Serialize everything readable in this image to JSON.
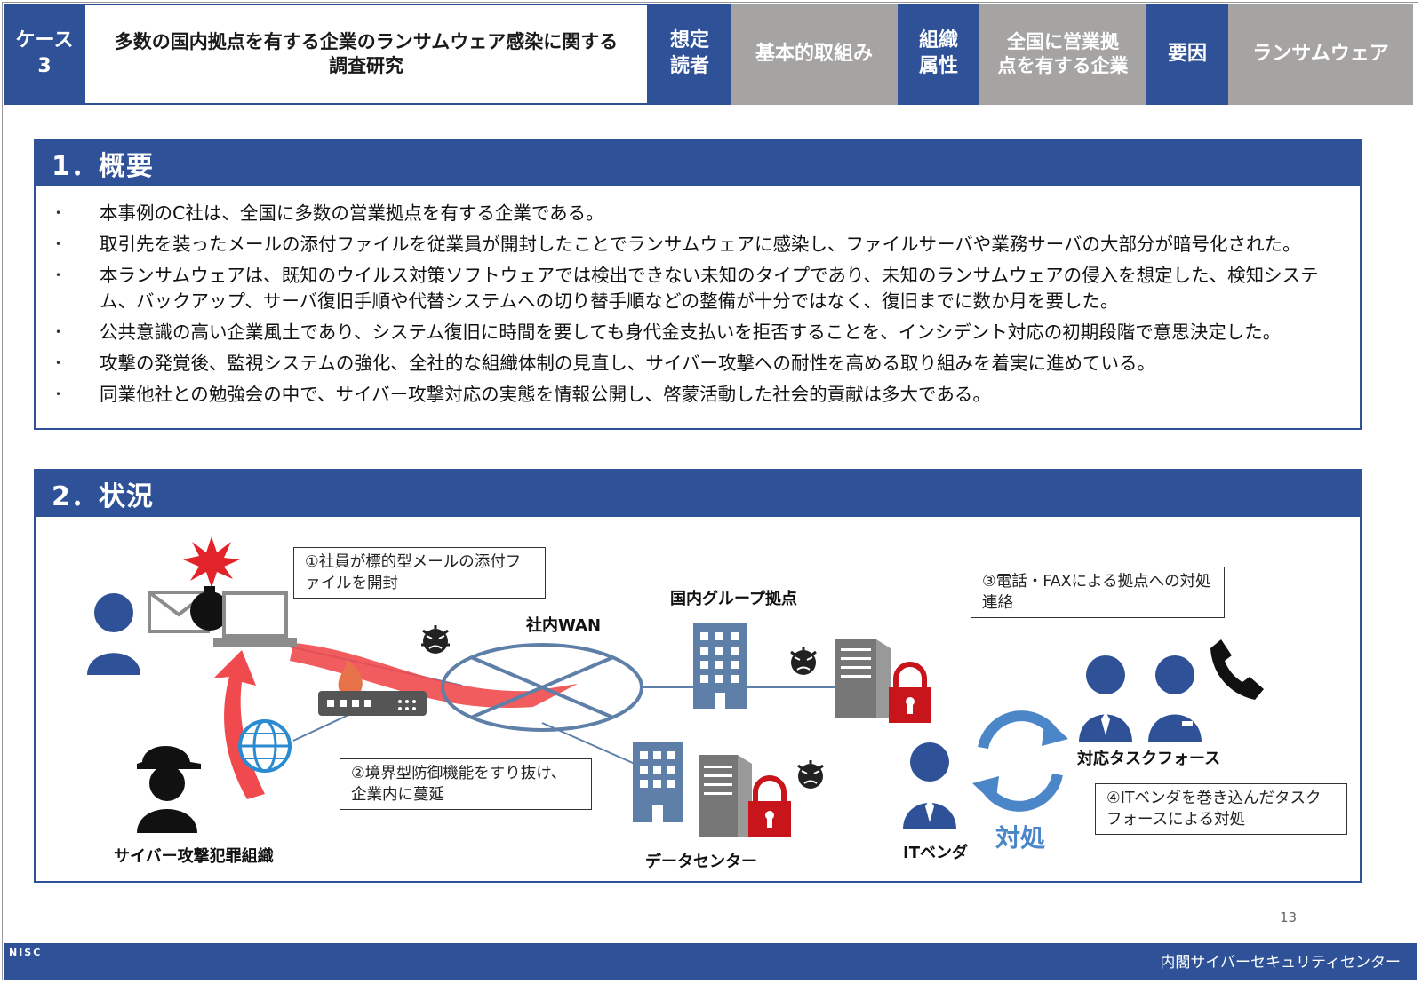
{
  "header": {
    "case_label": "ケース\n3",
    "title": "多数の国内拠点を有する企業のランサムウェア感染に関する\n調査研究",
    "tags": [
      {
        "label": "想定\n読者",
        "value": "基本的取組み"
      },
      {
        "label": "組織\n属性",
        "value": "全国に営業拠\n点を有する企業"
      },
      {
        "label": "要因",
        "value": "ランサムウェア"
      }
    ]
  },
  "section1": {
    "title": "1．概要",
    "bullets": [
      "本事例のC社は、全国に多数の営業拠点を有する企業である。",
      "取引先を装ったメールの添付ファイルを従業員が開封したことでランサムウェアに感染し、ファイルサーバや業務サーバの大部分が暗号化された。",
      "本ランサムウェアは、既知のウイルス対策ソフトウェアでは検出できない未知のタイプであり、未知のランサムウェアの侵入を想定した、検知システム、バックアップ、サーバ復旧手順や代替システムへの切り替手順などの整備が十分ではなく、復旧までに数か月を要した。",
      "公共意識の高い企業風土であり、システム復旧に時間を要しても身代金支払いを拒否することを、インシデント対応の初期段階で意思決定した。",
      "攻撃の発覚後、監視システムの強化、全社的な組織体制の見直し、サイバー攻撃への耐性を高める取り組みを着実に進めている。",
      "同業他社との勉強会の中で、サイバー攻撃対応の実態を情報公開し、啓蒙活動した社会的貢献は多大である。"
    ]
  },
  "section2": {
    "title": "2．状況",
    "callouts": {
      "c1": "①社員が標的型メールの添付ファイルを開封",
      "c2": "②境界型防御機能をすり抜け、企業内に蔓延",
      "c3": "③電話・FAXによる拠点への対処連絡",
      "c4": "④ITベンダを巻き込んだタスクフォースによる対処"
    },
    "labels": {
      "wan": "社内WAN",
      "group": "国内グループ拠点",
      "datacenter": "データセンター",
      "attacker": "サイバー攻撃犯罪組織",
      "vendor": "ITベンダ",
      "taskforce": "対応タスクフォース",
      "response": "対処"
    },
    "icons": [
      "person-icon",
      "mail-icon",
      "bomb-icon",
      "explosion-icon",
      "laptop-icon",
      "router-icon",
      "firewall-icon",
      "globe-icon",
      "hacker-icon",
      "building-icon",
      "server-icon",
      "lock-icon",
      "virus-icon",
      "cycle-arrows-icon",
      "phone-icon"
    ],
    "colors": {
      "blue": "#2e5197",
      "red": "#e2242a",
      "gray": "#8c8c8c",
      "accent_blue": "#4a86c8"
    }
  },
  "footer": {
    "page_number": "13",
    "organization": "内閣サイバーセキュリティセンター",
    "logo_text": "NISC"
  }
}
